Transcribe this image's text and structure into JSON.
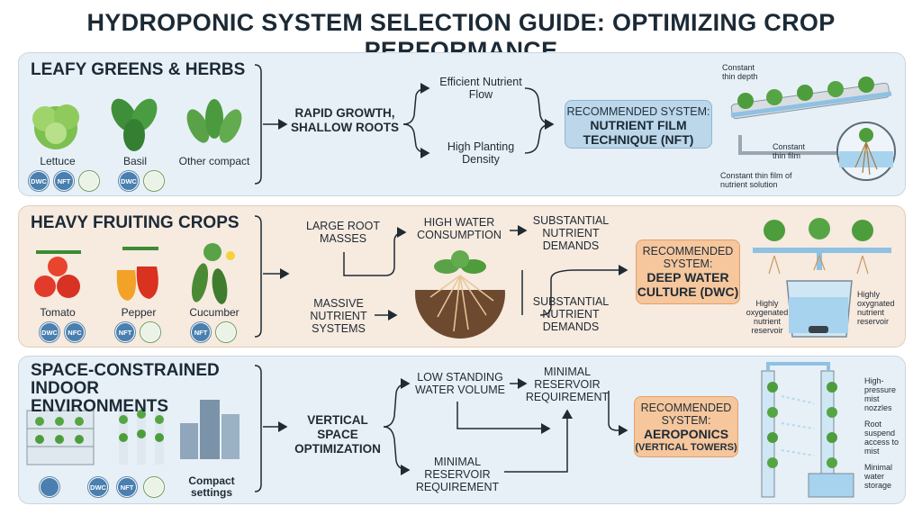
{
  "title": "HYDROPONIC SYSTEM SELECTION GUIDE: OPTIMIZING CROP PERFORMANCE",
  "colors": {
    "blue_panel": "#e7f0f7",
    "orange_panel": "#f7eadf",
    "rec_blue": "#bcd7ea",
    "rec_orange": "#f6c69c"
  },
  "sections": [
    {
      "title": "LEAFY GREENS & HERBS",
      "crops": [
        "Lettuce",
        "Basil",
        "Other compact"
      ],
      "badges": [
        "DWC",
        "NFT",
        "aero-icon",
        "DWC",
        "aero-icon"
      ],
      "characteristic": "RAPID GROWTH, SHALLOW ROOTS",
      "factors": [
        "Efficient Nutrient Flow",
        "High Planting Density"
      ],
      "rec_label": "RECOMMENDED SYSTEM:",
      "rec_system": "NUTRIENT FILM TECHNIQUE (NFT)",
      "annotations": [
        "Constant thin depth",
        "Constant thin film",
        "Constant thin film of nutrient solution"
      ]
    },
    {
      "title": "HEAVY FRUITING CROPS",
      "crops": [
        "Tomato",
        "Pepper",
        "Cucumber"
      ],
      "badges": [
        "DWC",
        "NFC",
        "NFT",
        "aero-icon",
        "NFT",
        "aero-icon"
      ],
      "factors": [
        "LARGE ROOT MASSES",
        "MASSIVE NUTRIENT SYSTEMS",
        "HIGH WATER CONSUMPTION",
        "SUBSTANTIAL NUTRIENT DEMANDS",
        "SUBSTANTIAL NUTRIENT DEMANDS"
      ],
      "rec_label": "RECOMMENDED SYSTEM:",
      "rec_system": "DEEP WATER CULTURE (DWC)",
      "annotations": [
        "Highly oxygenated nutrient reservoir",
        "Highly oxygnated nutrient reservoir"
      ]
    },
    {
      "title": "SPACE-CONSTRAINED INDOOR ENVIRONMENTS",
      "crops": [
        "Compact settings"
      ],
      "badges": [
        "aero-icon",
        "DWC",
        "NFT",
        "aero-icon"
      ],
      "characteristic": "VERTICAL SPACE OPTIMIZATION",
      "factors": [
        "LOW STANDING WATER VOLUME",
        "MINIMAL RESERVOIR REQUIREMENT",
        "MINIMAL RESERVOIR REQUIREMENT"
      ],
      "rec_label": "RECOMMENDED SYSTEM:",
      "rec_system": "AEROPONICS",
      "rec_detail": "(VERTICAL TOWERS)",
      "annotations": [
        "High-pressure mist nozzles",
        "Root suspend access to mist",
        "Minimal water storage"
      ]
    }
  ]
}
